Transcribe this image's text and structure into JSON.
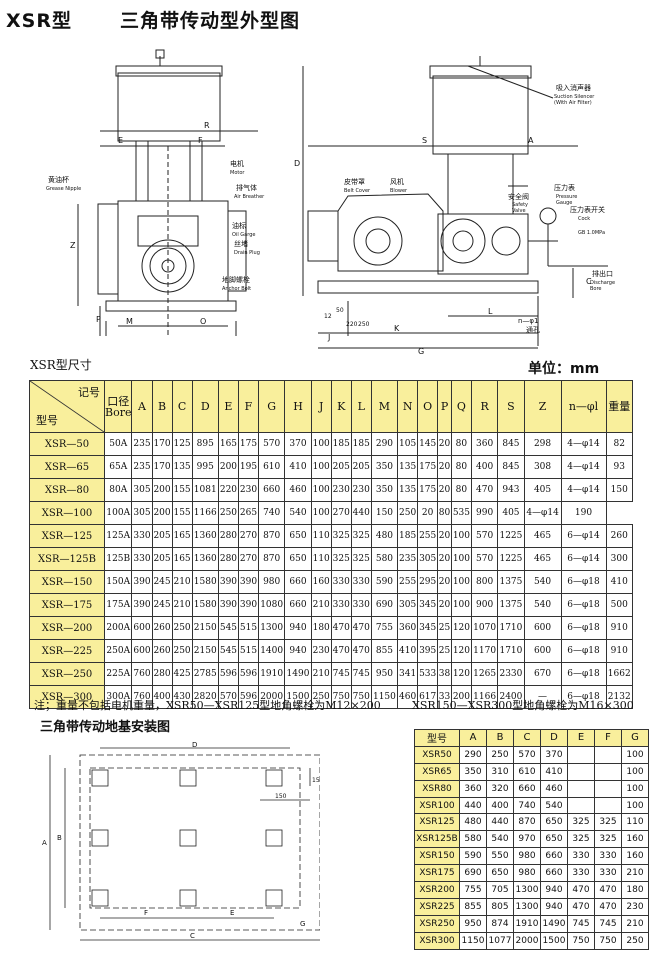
{
  "page": {
    "title_model": "XSR型",
    "title_desc": "三角带传动型外型图",
    "dim_label": "XSR型尺寸",
    "unit": "单位：mm",
    "note_left": "注；重量不包括电机重量，XSR50—XSR125型地角螺栓为M12×200",
    "note_right": "XSR150—XSR300型地角螺栓为M16×300",
    "section2_title": "三角带传动地基安装图"
  },
  "drawing": {
    "labels": {
      "grease_cn": "黄油杯",
      "grease_en": "Grease Nipple",
      "motor_cn": "电机",
      "motor_en": "Motor",
      "breather_cn": "排气体",
      "breather_en": "Air Breather",
      "oilgauge_cn": "油标",
      "oilgauge_en": "Oil Garge",
      "drain_cn": "丝堵",
      "drain_en": "Drain Plug",
      "anchor_cn": "地脚螺栓",
      "anchor_en": "Anchor Bolt",
      "belt_cn": "皮带罩",
      "belt_en": "Belt Cover",
      "blower_cn": "风机",
      "blower_en": "Blower",
      "safety_cn": "安全阀",
      "safety_en1": "Safety",
      "safety_en2": "Valve",
      "pgauge_cn": "压力表",
      "pgauge_en1": "Pressure",
      "pgauge_en2": "Gauge",
      "cock_cn": "压力表开关",
      "cock_en": "Cock",
      "gb": "GB 1.0MPa",
      "silencer_cn": "吸入消声器",
      "silencer_en1": "Suction Silencer",
      "silencer_en2": "(With Air Filter)",
      "discharge_cn": "排出口",
      "discharge_en1": "Discharge",
      "discharge_en2": "Bore",
      "holes": "n—φ1",
      "holes_cn": "通孔",
      "d_R": "R",
      "d_E": "E",
      "d_F": "F",
      "d_Z": "Z",
      "d_D": "D",
      "d_P": "P",
      "d_M": "M",
      "d_O": "O",
      "d_S": "S",
      "d_A": "A",
      "d_C": "C",
      "d_K": "K",
      "d_J": "J",
      "d_G": "G",
      "d_L": "L",
      "d_12": "12",
      "d_50": "50",
      "d_220": "220",
      "d_250": "250"
    }
  },
  "table_main": {
    "corner_top": "记号",
    "corner_bottom": "型号",
    "bore_cn": "口径",
    "bore_en": "Bore",
    "columns": [
      "A",
      "B",
      "C",
      "D",
      "E",
      "F",
      "G",
      "H",
      "J",
      "K",
      "L",
      "M",
      "N",
      "O",
      "P",
      "Q",
      "R",
      "S",
      "Z",
      "n—φl",
      "重量"
    ],
    "rows": [
      [
        "XSR—50",
        "50A",
        "235",
        "170",
        "125",
        "895",
        "165",
        "175",
        "570",
        "370",
        "100",
        "185",
        "185",
        "290",
        "105",
        "145",
        "20",
        "80",
        "360",
        "845",
        "298",
        "4—φ14",
        "82"
      ],
      [
        "XSR—65",
        "65A",
        "235",
        "170",
        "135",
        "995",
        "200",
        "195",
        "610",
        "410",
        "100",
        "205",
        "205",
        "350",
        "135",
        "175",
        "20",
        "80",
        "400",
        "845",
        "308",
        "4—φ14",
        "93"
      ],
      [
        "XSR—80",
        "80A",
        "305",
        "200",
        "155",
        "1081",
        "220",
        "230",
        "660",
        "460",
        "100",
        "230",
        "230",
        "350",
        "135",
        "175",
        "20",
        "80",
        "470",
        "943",
        "405",
        "4—φ14",
        "150"
      ],
      [
        "XSR—100",
        "100A",
        "305",
        "200",
        "155",
        "1166",
        "250",
        "265",
        "740",
        "540",
        "100",
        "270",
        "440",
        "150",
        "250",
        "20",
        "80",
        "535",
        "990",
        "405",
        "4—φ14",
        "190"
      ],
      [
        "XSR—125",
        "125A",
        "330",
        "205",
        "165",
        "1360",
        "280",
        "270",
        "870",
        "650",
        "110",
        "325",
        "325",
        "480",
        "185",
        "255",
        "20",
        "100",
        "570",
        "1225",
        "465",
        "6—φ14",
        "260"
      ],
      [
        "XSR—125B",
        "125B",
        "330",
        "205",
        "165",
        "1360",
        "280",
        "270",
        "870",
        "650",
        "110",
        "325",
        "325",
        "580",
        "235",
        "305",
        "20",
        "100",
        "570",
        "1225",
        "465",
        "6—φ14",
        "300"
      ],
      [
        "XSR—150",
        "150A",
        "390",
        "245",
        "210",
        "1580",
        "390",
        "390",
        "980",
        "660",
        "160",
        "330",
        "330",
        "590",
        "255",
        "295",
        "20",
        "100",
        "800",
        "1375",
        "540",
        "6—φ18",
        "410"
      ],
      [
        "XSR—175",
        "175A",
        "390",
        "245",
        "210",
        "1580",
        "390",
        "390",
        "1080",
        "660",
        "210",
        "330",
        "330",
        "690",
        "305",
        "345",
        "20",
        "100",
        "900",
        "1375",
        "540",
        "6—φ18",
        "500"
      ],
      [
        "XSR—200",
        "200A",
        "600",
        "260",
        "250",
        "2150",
        "545",
        "515",
        "1300",
        "940",
        "180",
        "470",
        "470",
        "755",
        "360",
        "345",
        "25",
        "120",
        "1070",
        "1710",
        "600",
        "6—φ18",
        "910"
      ],
      [
        "XSR—225",
        "250A",
        "600",
        "260",
        "250",
        "2150",
        "545",
        "515",
        "1400",
        "940",
        "230",
        "470",
        "470",
        "855",
        "410",
        "395",
        "25",
        "120",
        "1170",
        "1710",
        "600",
        "6—φ18",
        "910"
      ],
      [
        "XSR—250",
        "225A",
        "760",
        "280",
        "425",
        "2785",
        "596",
        "596",
        "1910",
        "1490",
        "210",
        "745",
        "745",
        "950",
        "341",
        "533",
        "38",
        "120",
        "1265",
        "2330",
        "670",
        "6—φ18",
        "1662"
      ],
      [
        "XSR—300",
        "300A",
        "760",
        "400",
        "430",
        "2820",
        "570",
        "596",
        "2000",
        "1500",
        "250",
        "750",
        "750",
        "1150",
        "460",
        "617",
        "33",
        "200",
        "1166",
        "2400",
        "—",
        "6—φ18",
        "2132"
      ]
    ]
  },
  "foundation": {
    "labels": {
      "D": "D",
      "A": "A",
      "B": "B",
      "F": "F",
      "E": "E",
      "C": "C",
      "G": "G",
      "d150a": "150",
      "d150b": "150"
    }
  },
  "table_small": {
    "headers": [
      "型号",
      "A",
      "B",
      "C",
      "D",
      "E",
      "F",
      "G"
    ],
    "rows": [
      [
        "XSR50",
        "290",
        "250",
        "570",
        "370",
        "",
        "",
        "100"
      ],
      [
        "XSR65",
        "350",
        "310",
        "610",
        "410",
        "",
        "",
        "100"
      ],
      [
        "XSR80",
        "360",
        "320",
        "660",
        "460",
        "",
        "",
        "100"
      ],
      [
        "XSR100",
        "440",
        "400",
        "740",
        "540",
        "",
        "",
        "100"
      ],
      [
        "XSR125",
        "480",
        "440",
        "870",
        "650",
        "325",
        "325",
        "110"
      ],
      [
        "XSR125B",
        "580",
        "540",
        "970",
        "650",
        "325",
        "325",
        "160"
      ],
      [
        "XSR150",
        "590",
        "550",
        "980",
        "660",
        "330",
        "330",
        "160"
      ],
      [
        "XSR175",
        "690",
        "650",
        "980",
        "660",
        "330",
        "330",
        "210"
      ],
      [
        "XSR200",
        "755",
        "705",
        "1300",
        "940",
        "470",
        "470",
        "180"
      ],
      [
        "XSR225",
        "855",
        "805",
        "1300",
        "940",
        "470",
        "470",
        "230"
      ],
      [
        "XSR250",
        "950",
        "874",
        "1910",
        "1490",
        "745",
        "745",
        "210"
      ],
      [
        "XSR300",
        "1150",
        "1077",
        "2000",
        "1500",
        "750",
        "750",
        "250"
      ]
    ]
  }
}
